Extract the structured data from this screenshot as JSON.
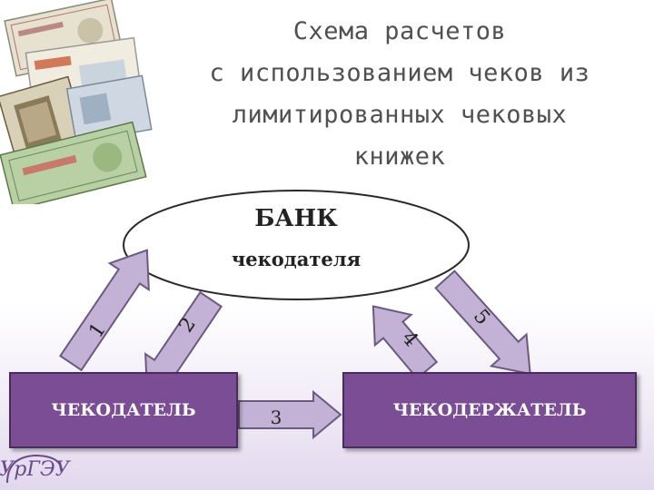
{
  "title": {
    "line1": "Схема расчетов",
    "line2": "с использованием чеков из",
    "line3": "лимитированных чековых",
    "line4": "книжек"
  },
  "bank": {
    "title": "БАНК",
    "subtitle": "чекодателя"
  },
  "nodes": {
    "drawer": "ЧЕКОДАТЕЛЬ",
    "holder": "ЧЕКОДЕРЖАТЕЛЬ"
  },
  "arrows": {
    "a1": "1",
    "a2": "2",
    "a3": "3",
    "a4": "4",
    "a5": "5"
  },
  "logo": "УрГЭУ",
  "colors": {
    "arrow_fill": "#c4b2d6",
    "arrow_stroke": "#6a5a80",
    "box_fill": "#7b4d94",
    "title_text": "#505050"
  }
}
